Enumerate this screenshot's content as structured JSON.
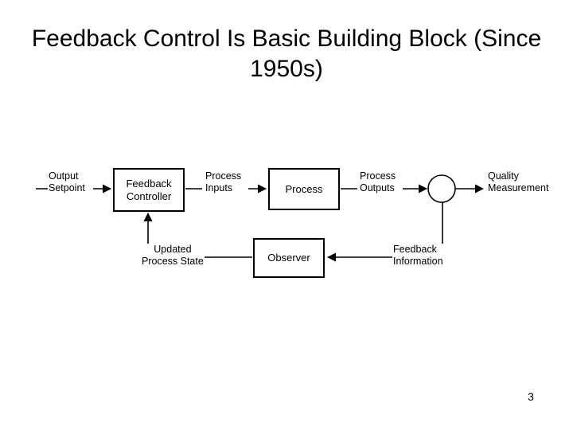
{
  "slide": {
    "title": "Feedback Control Is Basic Building Block (Since 1950s)",
    "page_number": "3",
    "background_color": "#ffffff",
    "ink_color": "#000000"
  },
  "diagram": {
    "type": "block-diagram",
    "name": "feedback-control-loop",
    "nodes": [
      {
        "id": "feedback-controller",
        "shape": "rectangle",
        "label": "Feedback\nController"
      },
      {
        "id": "process",
        "shape": "rectangle",
        "label": "Process"
      },
      {
        "id": "observer",
        "shape": "rectangle",
        "label": "Observer"
      },
      {
        "id": "measurement-node",
        "shape": "circle",
        "label": ""
      }
    ],
    "edges": [
      {
        "id": "output-setpoint",
        "label": "Output\nSetpoint",
        "from": "input",
        "to": "feedback-controller"
      },
      {
        "id": "process-inputs",
        "label": "Process\nInputs",
        "from": "feedback-controller",
        "to": "process"
      },
      {
        "id": "process-outputs",
        "label": "Process\nOutputs",
        "from": "process",
        "to": "measurement-node"
      },
      {
        "id": "quality-measurement",
        "label": "Quality\nMeasurement",
        "from": "measurement-node",
        "to": "output"
      },
      {
        "id": "feedback-information",
        "label": "Feedback\nInformation",
        "from": "measurement-node",
        "to": "observer"
      },
      {
        "id": "updated-process-state",
        "label": "Updated\nProcess State",
        "from": "observer",
        "to": "feedback-controller"
      }
    ]
  }
}
